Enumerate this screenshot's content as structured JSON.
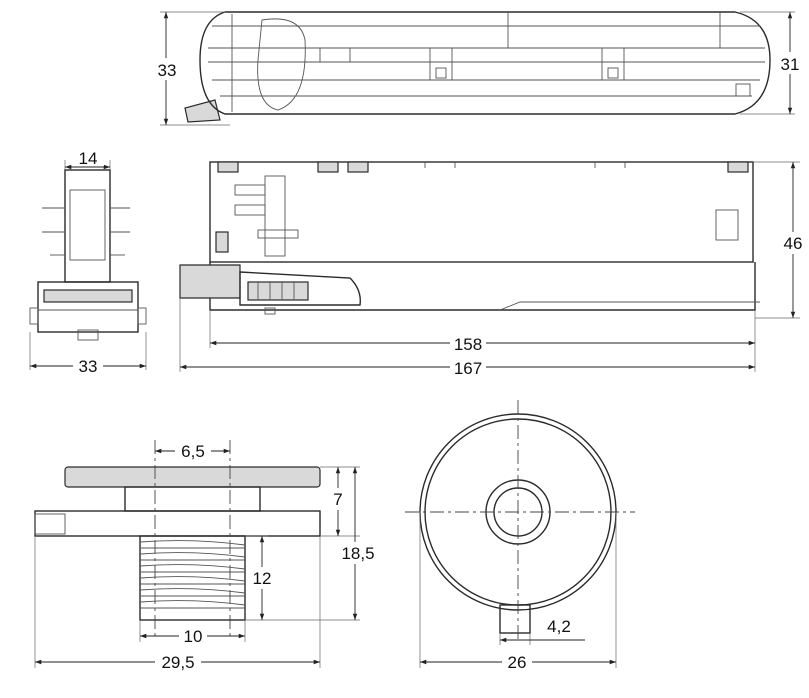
{
  "drawing": {
    "colors": {
      "line": "#2b2b2b",
      "background": "#ffffff",
      "fill": "#d9d9d9"
    },
    "top_view": {
      "dim_left_height": "33",
      "dim_right_height": "31"
    },
    "side_view": {
      "dim_top_width": "14",
      "dim_bottom_width": "33"
    },
    "front_view": {
      "dim_height": "46",
      "dim_inner_length": "158",
      "dim_total_length": "167"
    },
    "gland_side": {
      "dim_neck": "6,5",
      "dim_flange": "7",
      "dim_total_height": "18,5",
      "dim_thread_length": "12",
      "dim_thread_width": "10",
      "dim_total_width": "29,5"
    },
    "gland_face": {
      "dim_tab": "4,2",
      "dim_diameter": "26"
    }
  }
}
